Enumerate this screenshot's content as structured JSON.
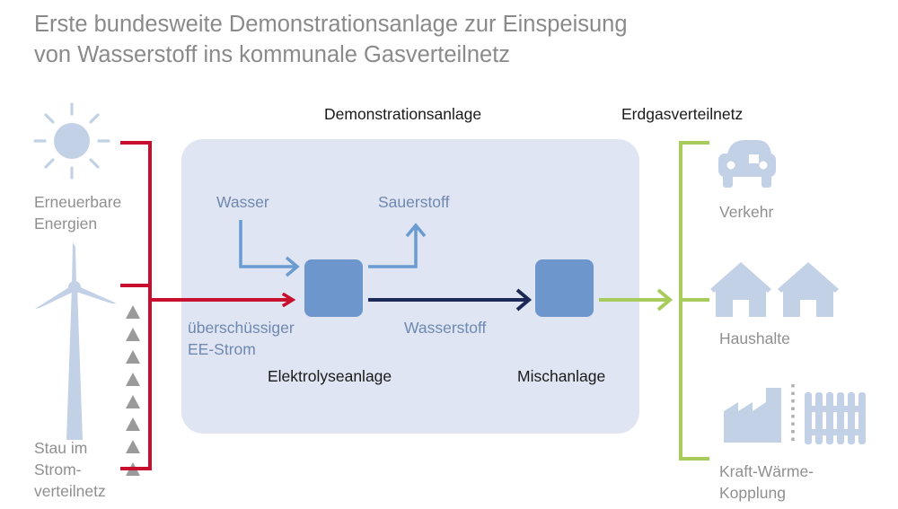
{
  "title": {
    "line1": "Erste bundesweite Demonstrationsanlage zur Einspeisung",
    "line2": "von Wasserstoff ins kommunale Gasverteilnetz"
  },
  "headings": {
    "demo": "Demonstrationsanlage",
    "grid": "Erdgasverteilnetz"
  },
  "left": {
    "renewables": [
      "Erneuerbare",
      "Energien"
    ],
    "congestion": [
      "Stau im",
      "Strom-",
      "verteilnetz"
    ]
  },
  "plant": {
    "water": "Wasser",
    "oxygen": "Sauerstoff",
    "surplus": [
      "überschüssiger",
      "EE-Strom"
    ],
    "hydrogen": "Wasserstoff",
    "electrolysis": "Elektrolyseanlage",
    "mixing": "Mischanlage"
  },
  "consumers": {
    "traffic": "Verkehr",
    "households": "Haushalte",
    "chp": [
      "Kraft-Wärme-",
      "Kopplung"
    ]
  },
  "colors": {
    "title": "#8a8a8a",
    "power": "#c8102e",
    "hydrogen": "#1d2a57",
    "water": "#6a9bd1",
    "gas": "#a8cc5c",
    "box": "#dfe5f2",
    "unit": "#6d96cc",
    "icon": "#c3d1e6"
  },
  "icons": [
    "sun-icon",
    "wind-turbine-icon",
    "warning-triangle-icon",
    "car-icon",
    "house-icon",
    "factory-icon",
    "radiator-icon"
  ]
}
